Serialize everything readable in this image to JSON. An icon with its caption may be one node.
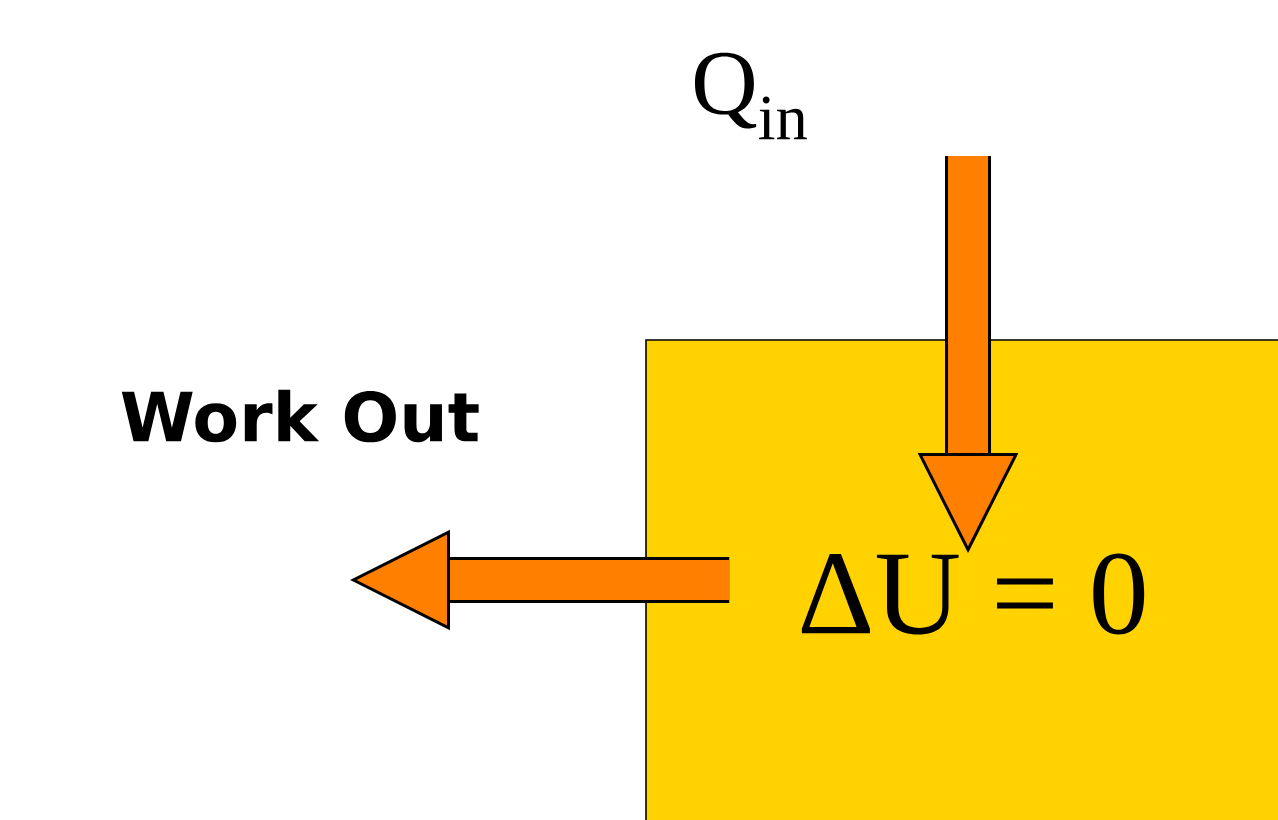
{
  "diagram": {
    "nodes": [
      {
        "text": [],
        "shape": "box"
      },
      {
        "text": [
          "ΔU = 0"
        ],
        "in": 0
      }
    ],
    "edges": [
      {
        "from": null,
        "to": 1,
        "arrow": "to"
      },
      {
        "from": 0,
        "to": null,
        "arrow": "to",
        "label": "Work Out"
      }
    ],
    "labels": [
      "Q$_{in}$"
    ]
  }
}
